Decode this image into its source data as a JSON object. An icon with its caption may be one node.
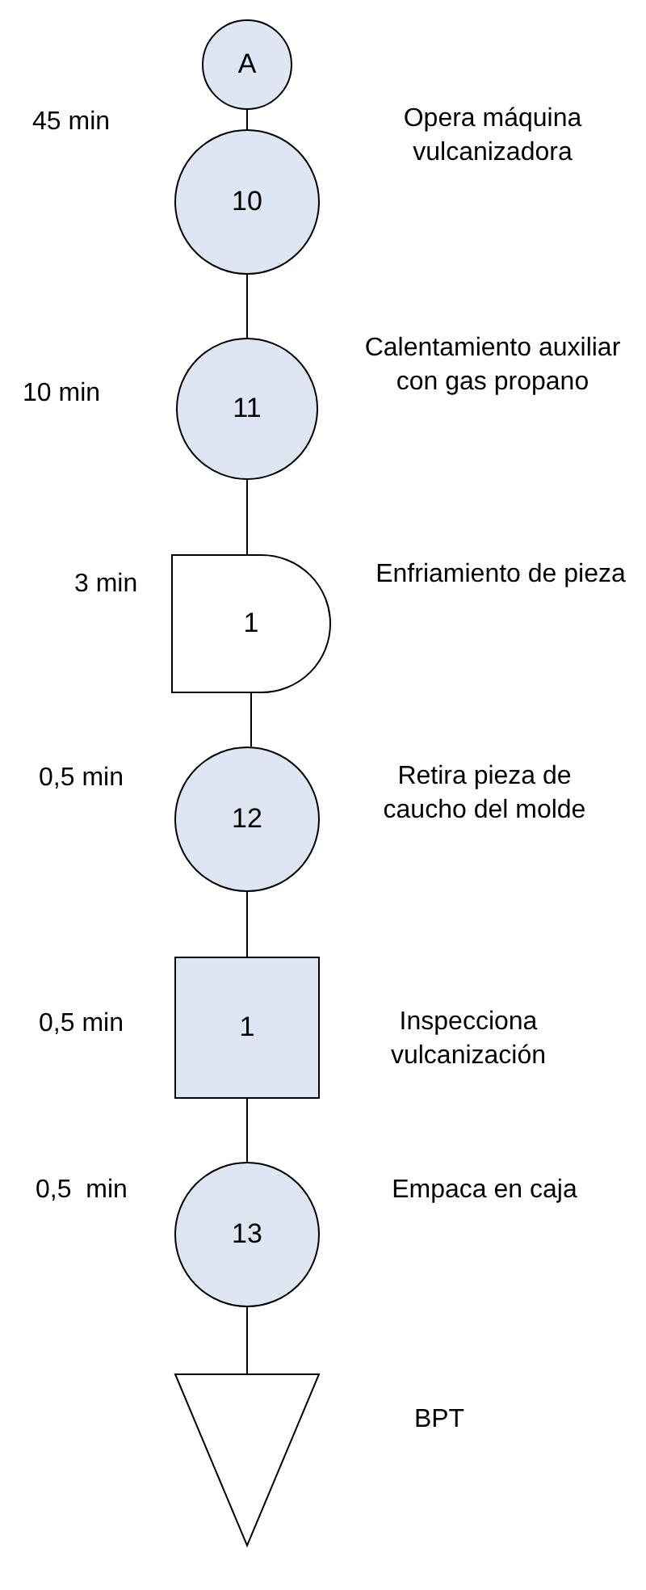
{
  "diagram": {
    "nodes": [
      {
        "text": [
          "A"
        ]
      },
      {
        "text": [
          "10"
        ],
        "beside": [
          "45 min",
          "Opera máquina vulcanizadora"
        ]
      },
      {
        "text": [
          "11"
        ],
        "beside": [
          "10 min",
          "Calentamiento auxiliar con gas propano"
        ]
      },
      {
        "text": [
          "1"
        ],
        "beside": [
          "3 min",
          "Enfriamiento de pieza"
        ]
      },
      {
        "text": [
          "12"
        ],
        "beside": [
          "0,5 min",
          "Retira pieza de caucho del molde"
        ]
      },
      {
        "text": [
          "1"
        ],
        "beside": [
          "0,5 min",
          "Inspecciona vulcanización"
        ]
      },
      {
        "text": [
          "13"
        ],
        "beside": [
          "0,5  min",
          "Empaca en caja"
        ]
      },
      {
        "text": [],
        "shape": "triangle",
        "beside": [
          "BPT"
        ]
      }
    ],
    "edges": [
      {
        "from": 0,
        "to": 1,
        "arrow": "none"
      },
      {
        "from": 1,
        "to": 2,
        "arrow": "none"
      },
      {
        "from": 2,
        "to": 3,
        "arrow": "none"
      },
      {
        "from": 3,
        "to": 4,
        "arrow": "none"
      },
      {
        "from": 4,
        "to": 5,
        "arrow": "none"
      },
      {
        "from": 5,
        "to": 6,
        "arrow": "none"
      },
      {
        "from": 6,
        "to": 7,
        "arrow": "none"
      }
    ]
  }
}
